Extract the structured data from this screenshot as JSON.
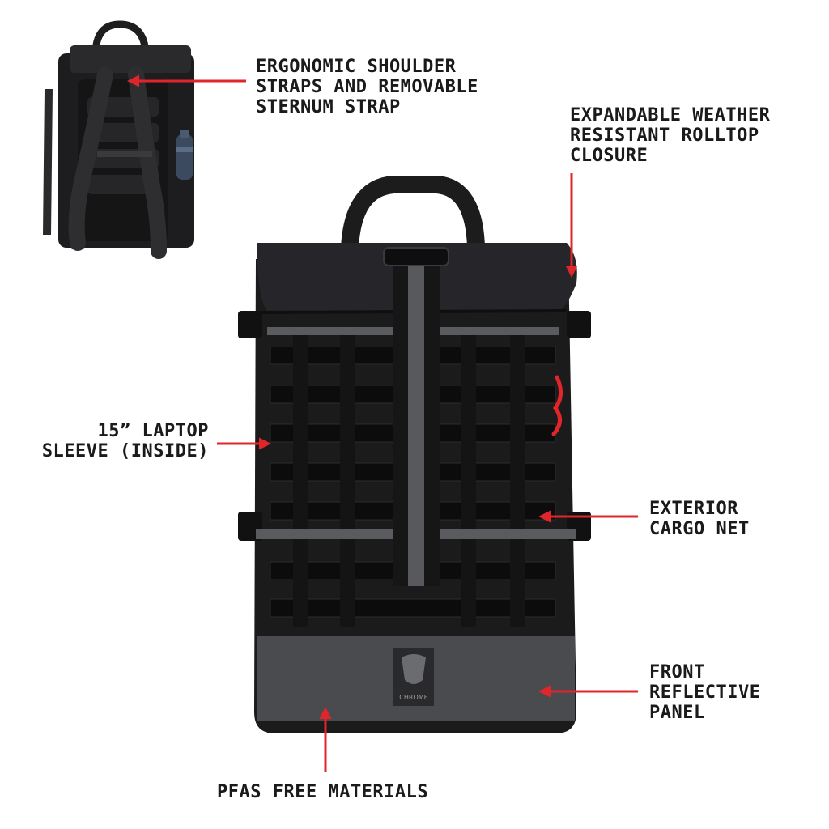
{
  "colors": {
    "accent": "#e0252b",
    "text": "#1a1a1a",
    "bag_body": "#1b1b1b",
    "reflective": "#4a4b4e"
  },
  "brand_logo_text": "CHROME",
  "callouts": {
    "shoulder_straps": [
      "ERGONOMIC SHOULDER",
      "STRAPS AND REMOVABLE",
      "STERNUM STRAP"
    ],
    "rolltop": [
      "EXPANDABLE WEATHER",
      "RESISTANT ROLLTOP",
      "CLOSURE"
    ],
    "laptop_sleeve": [
      "15” LAPTOP",
      "SLEEVE (INSIDE)"
    ],
    "cargo_net": [
      "EXTERIOR",
      "CARGO NET"
    ],
    "reflective_panel": [
      "FRONT",
      "REFLECTIVE",
      "PANEL"
    ],
    "materials": [
      "PFAS FREE MATERIALS"
    ]
  }
}
